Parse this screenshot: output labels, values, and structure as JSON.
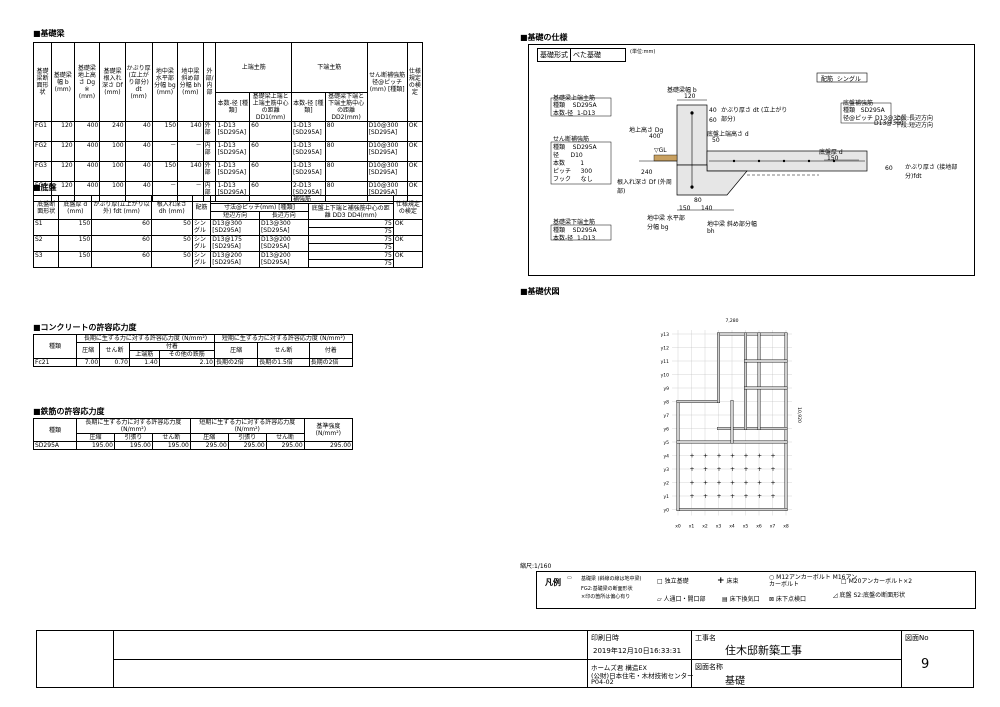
{
  "beam": {
    "title": "■基礎梁",
    "headers": [
      "基礎梁断面形状",
      "基礎梁幅 b (mm)",
      "基礎梁地上高さ Dg ※ (mm)",
      "基礎梁根入れ深さ Df (mm)",
      "かぶり厚(立上がり部分) dt (mm)",
      "地中梁水平部分幅 bg (mm)",
      "地中梁斜め部分幅 bh (mm)",
      "外部/内部"
    ],
    "h_upper": "上端主筋",
    "h_lower": "下端主筋",
    "h_sub": [
      "本数-径 [種類]",
      "基礎梁上端と上端主筋中心の距離 DD1(mm)",
      "本数-径 [種類]",
      "基礎梁下端と下端主筋中心の距離 DD2(mm)"
    ],
    "h_shear": "せん断補強筋径@ピッチ (mm) [種類]",
    "h_spec": "仕様規定の検定",
    "rows": [
      [
        "FG1",
        "120",
        "400",
        "240",
        "40",
        "150",
        "140",
        "外部",
        "1-D13 [SD295A]",
        "60",
        "1-D13 [SD295A]",
        "80",
        "D10@300 [SD295A]",
        "OK"
      ],
      [
        "FG2",
        "120",
        "400",
        "100",
        "40",
        "－",
        "－",
        "内部",
        "1-D13 [SD295A]",
        "60",
        "1-D13 [SD295A]",
        "80",
        "D10@300 [SD295A]",
        "OK"
      ],
      [
        "FG3",
        "120",
        "400",
        "100",
        "40",
        "150",
        "140",
        "外部",
        "1-D13 [SD295A]",
        "60",
        "1-D13 [SD295A]",
        "80",
        "D10@300 [SD295A]",
        "OK"
      ],
      [
        "FG4",
        "120",
        "400",
        "100",
        "40",
        "－",
        "－",
        "内部",
        "1-D13 [SD295A]",
        "60",
        "2-D13 [SD295A]",
        "80",
        "D10@300 [SD295A]",
        "OK"
      ]
    ]
  },
  "slab": {
    "title": "■底盤",
    "headers": [
      "底盤断面形状",
      "底盤厚 d (mm)",
      "かぶり厚(立上がり以外) fdt (mm)",
      "根入れ深さ dh (mm)",
      "配筋"
    ],
    "h_reinf": "補強筋",
    "h_dim": "寸法@ピッチ(mm) [種類]",
    "h_short": "短辺方向",
    "h_long": "長辺方向",
    "h_dist": "底盤上下端と補強筋中心の距離 DD3 DD4(mm)",
    "h_spec": "仕様規定の検定",
    "rows": [
      [
        "S1",
        "150",
        "60",
        "50",
        "シングル",
        "D13@300 [SD295A]",
        "D13@300 [SD295A]",
        "75",
        "75",
        "OK"
      ],
      [
        "S2",
        "150",
        "60",
        "50",
        "シングル",
        "D13@175 [SD295A]",
        "D13@200 [SD295A]",
        "75",
        "75",
        "OK"
      ],
      [
        "S3",
        "150",
        "60",
        "50",
        "シングル",
        "D13@200 [SD295A]",
        "D13@200 [SD295A]",
        "75",
        "75",
        "OK"
      ]
    ]
  },
  "concrete": {
    "title": "■コンクリートの許容応力度",
    "h_kind": "種類",
    "h_long": "長期に生ずる力に対する許容応力度 (N/mm²)",
    "h_short": "短期に生ずる力に対する許容応力度 (N/mm²)",
    "h_comp": "圧縮",
    "h_shear": "せん断",
    "h_bond": "付着",
    "h_top": "上端筋",
    "h_other": "その他の鉄筋",
    "row": [
      "Fc21",
      "7.00",
      "0.70",
      "1.40",
      "2.10",
      "長期の2倍",
      "長期の1.5倍",
      "長期の2倍"
    ]
  },
  "rebar": {
    "title": "■鉄筋の許容応力度",
    "h_kind": "種類",
    "h_long": "長期に生ずる力に対する許容応力度 (N/mm²)",
    "h_short": "短期に生ずる力に対する許容応力度 (N/mm²)",
    "h_std": "基準強度 (N/mm²)",
    "h_comp": "圧縮",
    "h_tens": "引張り",
    "h_shear": "せん断",
    "row": [
      "SD295A",
      "195.00",
      "195.00",
      "195.00",
      "295.00",
      "295.00",
      "295.00",
      "295.00"
    ]
  },
  "spec": {
    "title": "■基礎の仕様",
    "type_label": "基礎形式",
    "type_value": "べた基礎",
    "unit": "(単位:mm)",
    "haikin_label": "配筋",
    "haikin_value": "シングル",
    "top_bar_title": "基礎梁上端主筋",
    "kind_label": "種類",
    "kind_value": "SD295A",
    "count_label": "本数-径",
    "count_value": "1-D13",
    "width_label": "基礎梁幅 b",
    "width_value": "120",
    "cover_label": "かぶり厚さ dt (立上がり部分)",
    "cover_value": "40",
    "dd1": "60",
    "dg_label": "地上高さ Dg",
    "dg_value": "400",
    "dd2_label": "底盤上端高さ d",
    "dd2_value": "50",
    "shear_title": "せん断補強筋",
    "shear_kind": "SD295A",
    "shear_dia_label": "径",
    "shear_dia": "D10",
    "shear_n_label": "本数",
    "shear_n": "1",
    "shear_pitch_label": "ピッチ",
    "shear_pitch": "300",
    "shear_hook_label": "フック",
    "shear_hook": "なし",
    "gl": "▽GL",
    "df_label": "根入れ深さ Df (外周部)",
    "df_value": "240",
    "slab_rebar_title": "底盤補強筋",
    "slab_kind": "SD295A",
    "slab_dia_label": "径@ピッチ",
    "slab_dia1": "D13@300",
    "slab_dia2": "D13@300",
    "slab_dir1": "上段:長辺方向",
    "slab_dir2": "下段:短辺方向",
    "slab_d_label": "底盤厚 d",
    "slab_d": "150",
    "fdt_label": "かぶり厚さ (接地部分)fdt",
    "fdt": "60",
    "bottom_bar_title": "基礎梁下端主筋",
    "bottom_kind": "SD295A",
    "bottom_count": "1-D13",
    "bg_label": "地中梁 水平部分幅 bg",
    "bg": "150",
    "bh_label": "地中梁 斜め部分幅 bh",
    "bh": "140",
    "dim_80": "80"
  },
  "plan": {
    "title": "■基礎伏図",
    "total_w": "7,280",
    "total_h": "10,920",
    "y_labels": [
      "y13",
      "y12",
      "y11",
      "y10",
      "y9",
      "y8",
      "y7",
      "y6",
      "y5",
      "y4",
      "y3",
      "y2",
      "y1",
      "y0"
    ],
    "x_labels": [
      "x0",
      "x1",
      "x2",
      "x3",
      "x4",
      "x5",
      "x6",
      "x7",
      "x8"
    ],
    "scale": "縮尺:1/160"
  },
  "legend": {
    "title": "凡例",
    "items": [
      "基礎梁 (斜線の線は地中梁)",
      "独立基礎",
      "床束",
      "M12アンカーボルト M16アンカーボルト",
      "M20アンカーボルト×2",
      "人通口・開口部",
      "床下換気口",
      "床下点検口",
      "底盤 S2:底盤の断面形状"
    ],
    "note1": "FG2:基礎梁の断面形状",
    "note2": "×印の箇所は偏心有り"
  },
  "titleblock": {
    "print_label": "印刷日時",
    "print_value": "2019年12月10日16:33:31",
    "project_label": "工事名",
    "project_value": "住木邸新築工事",
    "sheet_label": "図面No",
    "sheet_value": "9",
    "software": "ホームズ君 構造EX",
    "org": "(公財)日本住宅・木材技術センター",
    "code": "P04-02",
    "drawing_label": "図面名称",
    "drawing_value": "基礎"
  }
}
